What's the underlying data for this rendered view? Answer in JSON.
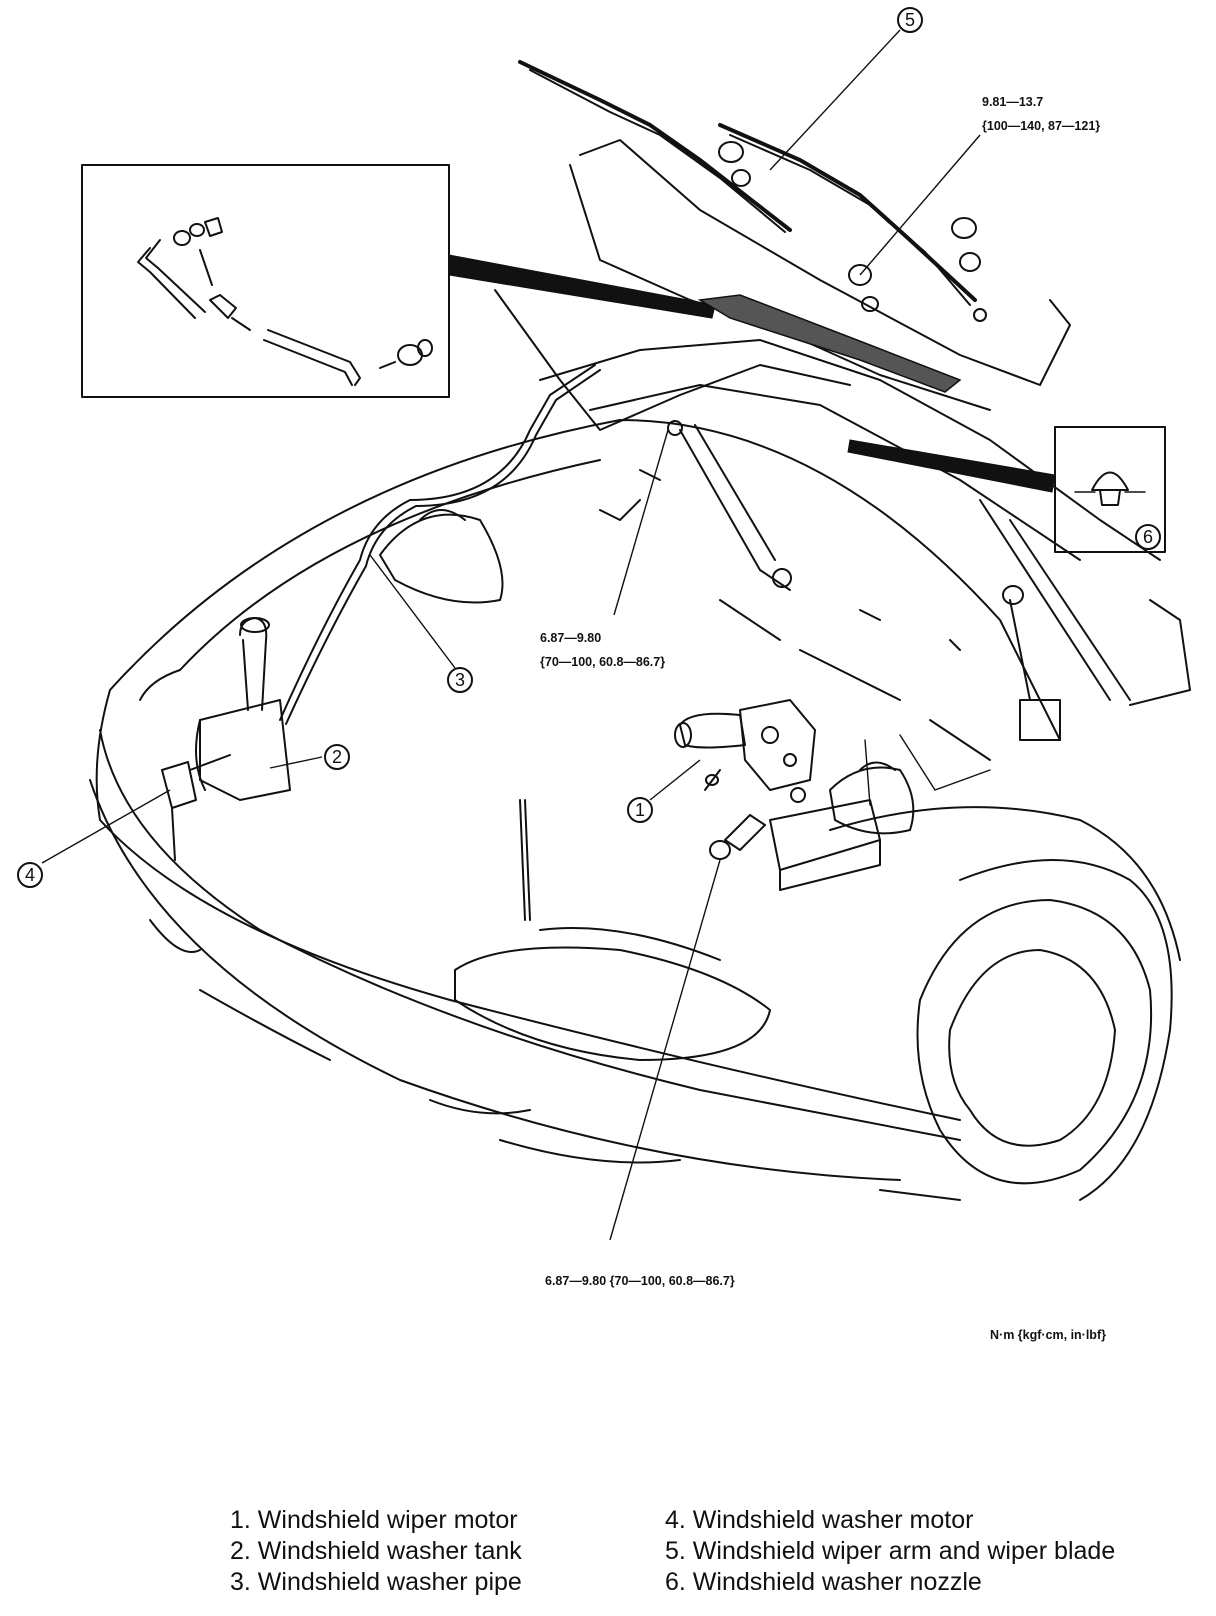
{
  "callouts": {
    "c1": "1",
    "c2": "2",
    "c3": "3",
    "c4": "4",
    "c5": "5",
    "c6": "6"
  },
  "torque": {
    "cowl_line1": "9.81—13.7",
    "cowl_line2": "{100—140, 87—121}",
    "wiper_link_line1": "6.87—9.80",
    "wiper_link_line2": "{70—100, 60.8—86.7}",
    "motor_bolt": "6.87—9.80 {70—100, 60.8—86.7}",
    "units": "N·m {kgf·cm, in·lbf}"
  },
  "legend": {
    "left": [
      "1. Windshield wiper motor",
      "2. Windshield washer tank",
      "3. Windshield washer pipe"
    ],
    "right": [
      "4. Windshield washer motor",
      "5. Windshield wiper arm and wiper blade",
      "6. Windshield washer nozzle"
    ]
  }
}
